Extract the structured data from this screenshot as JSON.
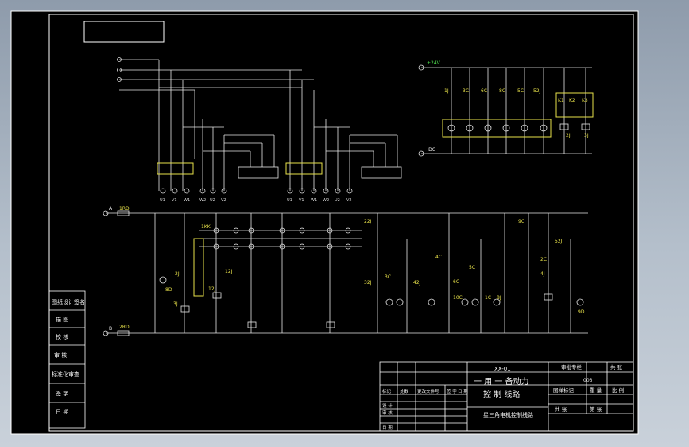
{
  "colors": {
    "sheet": "#000000",
    "line": "#e6e6e6",
    "wire": "#ffffff",
    "accent_yellow": "#e8e24a",
    "accent_green": "#4ee04e"
  },
  "drawing": {
    "title_line1": "一 用 一 备动力",
    "title_line2": "控 制 线路",
    "subtitle": "星三角电机控制线路",
    "sheet_code": "XX-01",
    "scale_code": "003"
  },
  "power_labels": {
    "dc_positive": "+24V",
    "dc_negative": "-DC",
    "bus_a": "A",
    "bus_b": "B",
    "fuse_top": "1RD",
    "fuse_bottom": "2RD",
    "terminal": "1KK"
  },
  "relay_labels": [
    "1J",
    "3C",
    "6C",
    "8C",
    "5C",
    "52J",
    "K1",
    "K2",
    "K3",
    "2J",
    "3J"
  ],
  "control_labels": [
    "2J",
    "3J",
    "12J",
    "8D",
    "12J",
    "22J",
    "32J",
    "42J",
    "52J",
    "3C",
    "4C",
    "5C",
    "6C",
    "9C",
    "10C",
    "1C",
    "2C",
    "4J",
    "8J",
    "9D"
  ],
  "motor_terminals": [
    "U1",
    "V1",
    "W1",
    "W2",
    "U2",
    "V2"
  ],
  "title_block": {
    "left_labels": [
      "图纸设计签名",
      "描 图",
      "校 核",
      "审 核",
      "标准化审查",
      "签 字",
      "日 期"
    ],
    "right_header": [
      "审批专栏",
      "共 张"
    ],
    "right_row2": [
      "图样标记",
      "重 量",
      "比 例"
    ],
    "right_row3": [
      "共 张",
      "第 张"
    ],
    "grid_labels": [
      "标记",
      "处数",
      "更改文件号",
      "签 字",
      "日 期",
      "设 计",
      "审 核",
      "日 期"
    ]
  }
}
